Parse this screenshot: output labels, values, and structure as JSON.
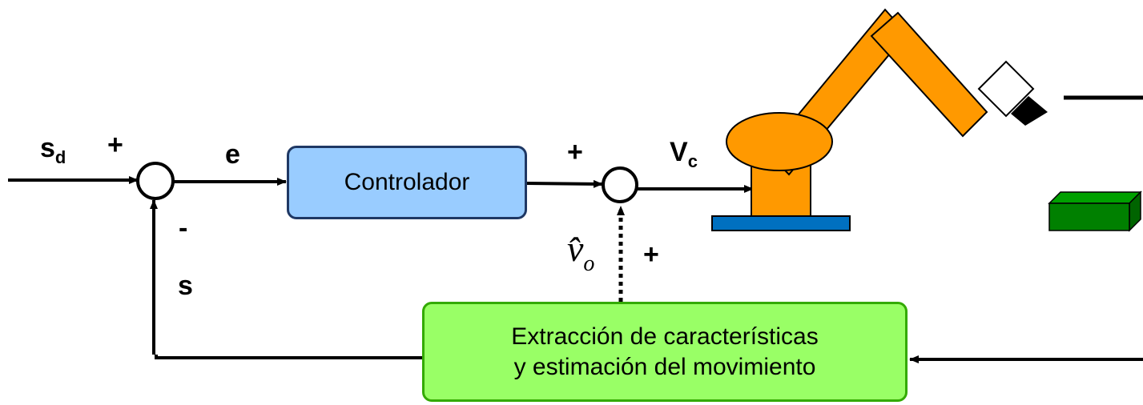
{
  "diagram": {
    "labels": {
      "s": "s",
      "d": "d",
      "plus_sd": "+",
      "e": "e",
      "minus": "-",
      "s_feedback": "s",
      "plus_ctrl": "+",
      "V": "V",
      "c": "c",
      "plus_v0": "+",
      "v_hat": "v̂",
      "v_sub": "o"
    },
    "controller": {
      "label": "Controlador"
    },
    "feature_block": {
      "line1": "Extracción de características",
      "line2": "y estimación del movimiento"
    },
    "colors": {
      "controller_fill": "#99ccff",
      "controller_border": "#1f3864",
      "feature_fill": "#99ff66",
      "feature_border": "#33aa00",
      "robot": "#ff9900",
      "robot_base": "#0070c0",
      "target": "#008000",
      "lines": "#000000"
    }
  }
}
